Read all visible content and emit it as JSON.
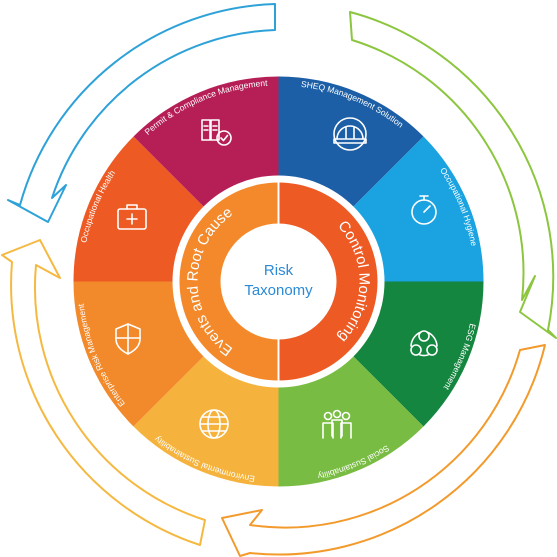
{
  "center": {
    "line1": "Risk",
    "line2": "Taxonomy",
    "color": "#2b8ad6"
  },
  "inner_ring": [
    {
      "label": "Control Monitoring",
      "color": "#ee5a23"
    },
    {
      "label": "Events and Root Cause",
      "color": "#f3892a"
    }
  ],
  "segments": [
    {
      "label": "SHEQ Management Solution",
      "color": "#1d5fa7",
      "icon": "hard-hat-icon"
    },
    {
      "label": "Occupational Hygiene",
      "color": "#1aa3e0",
      "icon": "gauge-icon"
    },
    {
      "label": "ESG Management",
      "color": "#14863f",
      "icon": "esg-icon"
    },
    {
      "label": "Social Sustainability",
      "color": "#79bc43",
      "icon": "people-icon"
    },
    {
      "label": "Environmental Sustainability",
      "color": "#f5b33e",
      "icon": "globe-icon"
    },
    {
      "label": "Enterprise Risk Management",
      "color": "#f2892a",
      "icon": "shield-icon"
    },
    {
      "label": "Occupational Health",
      "color": "#ee5a23",
      "icon": "first-aid-kit-icon"
    },
    {
      "label": "Permit & Compliance Management",
      "color": "#b51f55",
      "icon": "document-check-icon"
    }
  ],
  "outer_arrows": [
    {
      "name": "blue",
      "color": "#2ea2d8"
    },
    {
      "name": "green",
      "color": "#8cc63f"
    },
    {
      "name": "orange",
      "color": "#f39a2c"
    },
    {
      "name": "yellow",
      "color": "#f5b942"
    }
  ]
}
